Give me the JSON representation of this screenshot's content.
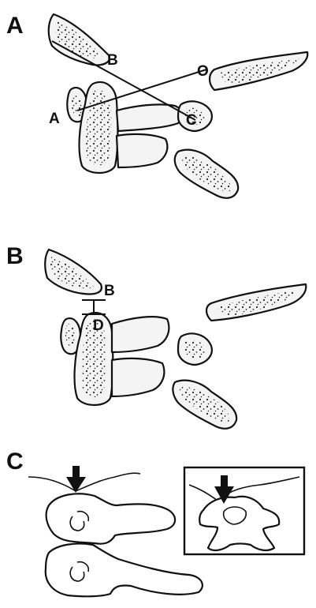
{
  "panels": {
    "a": {
      "label": "A",
      "points": {
        "a": "A",
        "b": "B",
        "c": "C",
        "o": "O"
      }
    },
    "b": {
      "label": "B",
      "points": {
        "b": "B",
        "d": "D"
      }
    },
    "c": {
      "label": "C"
    }
  },
  "colors": {
    "ink": "#111111",
    "paper": "#ffffff"
  },
  "icons": {
    "arrow": "down-arrow-icon"
  }
}
